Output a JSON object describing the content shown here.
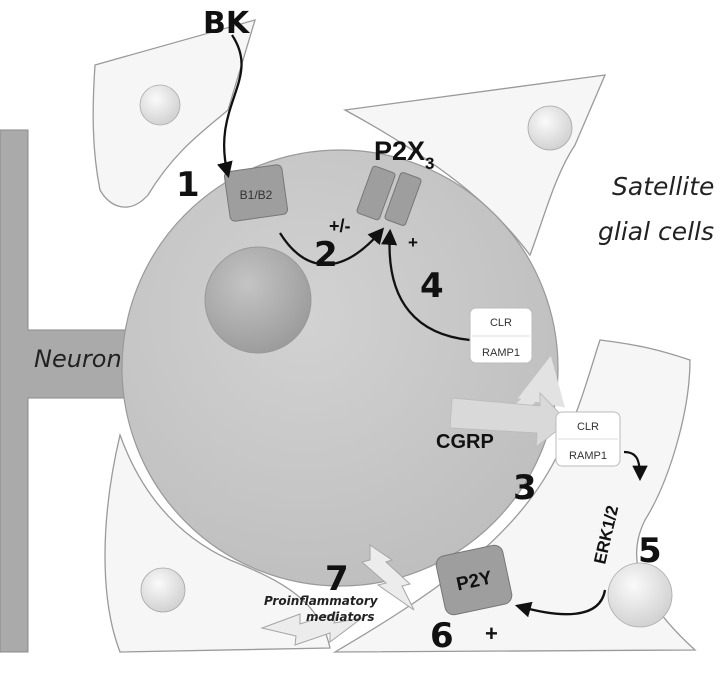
{
  "labels": {
    "bk": "BK",
    "b1b2": "B1/B2",
    "p2x": "P2X",
    "p2x_sub": "3",
    "satellite_line1": "Satellite",
    "satellite_line2": "glial cells",
    "neuron": "Neuron",
    "plus_minus": "+/-",
    "plus_p2x": "+",
    "clr_top": "CLR",
    "ramp1_top": "RAMP1",
    "clr_bottom": "CLR",
    "ramp1_bottom": "RAMP1",
    "cgrp": "CGRP",
    "erk": "ERK1/2",
    "p2y": "P2Y",
    "plus_p2y": "+",
    "proinflammatory": "Proinflammatory",
    "mediators": "mediators"
  },
  "steps": [
    "1",
    "2",
    "3",
    "4",
    "5",
    "6",
    "7"
  ],
  "colors": {
    "neuron_body": "#c6c6c6",
    "nucleus": "#a9a9a9",
    "axon": "#aaaaaa",
    "glia_fill": "#f6f6f6",
    "glia_stroke": "#9a9a9a",
    "receptor": "#9e9e9e",
    "cgrp_arrow": "#d9d9d9"
  }
}
